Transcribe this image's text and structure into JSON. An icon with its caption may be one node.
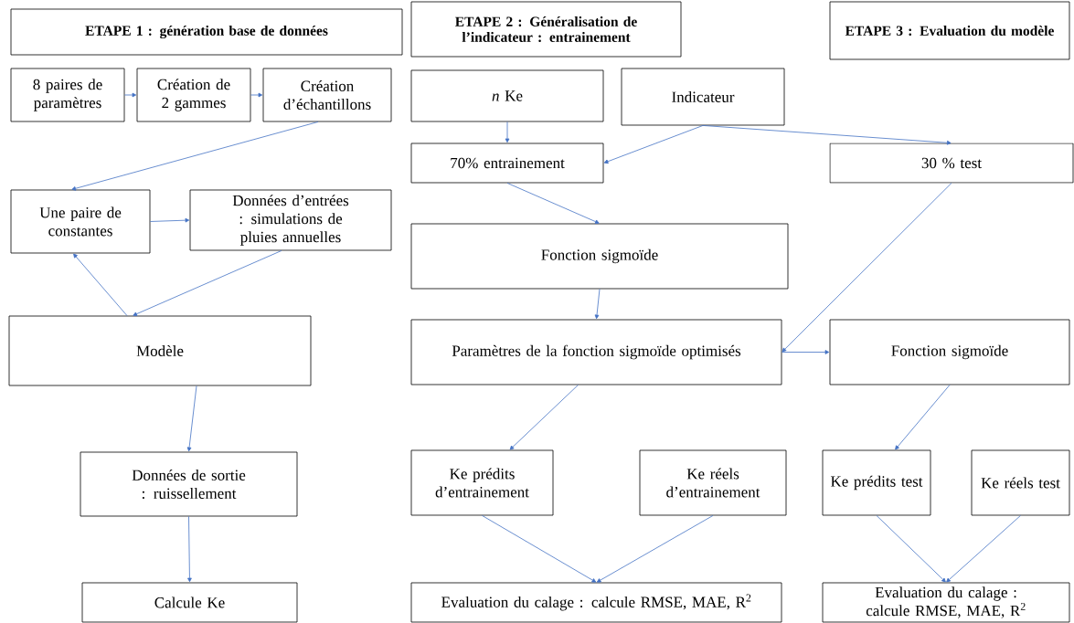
{
  "diagram": {
    "nodes": [
      {
        "text": [
          "ETAPE 1 : génération base de données"
        ]
      },
      {
        "text": [
          "ETAPE 2 : Généralisation de l’indicateur : entrainement"
        ]
      },
      {
        "text": [
          "ETAPE 3 : Evaluation du modèle"
        ]
      },
      {
        "text": [
          "8 paires de paramètres"
        ]
      },
      {
        "text": [
          "Création de 2 gammes"
        ]
      },
      {
        "text": [
          "Création d’échantillons"
        ]
      },
      {
        "text": [
          "Une paire de constantes"
        ]
      },
      {
        "text": [
          "Données d’entrées : simulations de pluies annuelles"
        ]
      },
      {
        "text": [
          "Modèle"
        ]
      },
      {
        "text": [
          "Données de sortie : ruissellement"
        ]
      },
      {
        "text": [
          "Calcule Ke"
        ]
      },
      {
        "text": [
          "*n* Ke"
        ]
      },
      {
        "text": [
          "Indicateur"
        ]
      },
      {
        "text": [
          "70% entrainement"
        ]
      },
      {
        "text": [
          "30 % test"
        ]
      },
      {
        "text": [
          "Fonction sigmoïde"
        ]
      },
      {
        "text": [
          "Paramètres de la fonction sigmoïde optimisés"
        ]
      },
      {
        "text": [
          "Fonction sigmoïde"
        ]
      },
      {
        "text": [
          "Ke prédits d’entrainement"
        ]
      },
      {
        "text": [
          "Ke réels d’entrainement"
        ]
      },
      {
        "text": [
          "Ke prédits test"
        ]
      },
      {
        "text": [
          "Ke réels test"
        ]
      },
      {
        "text": [
          "Evaluation du calage : calcule RMSE, MAE, R$^{2}$"
        ]
      },
      {
        "text": [
          "Evaluation du calage : calcule RMSE, MAE, R$^{2}$"
        ]
      }
    ],
    "edges": [
      {
        "from": 3,
        "to": 4,
        "arrow": "to"
      },
      {
        "from": 4,
        "to": 5,
        "arrow": "to"
      },
      {
        "from": 5,
        "to": 6,
        "arrow": "to"
      },
      {
        "from": 6,
        "to": 7,
        "arrow": "to"
      },
      {
        "from": 7,
        "to": 8,
        "arrow": "to"
      },
      {
        "from": 8,
        "to": 6,
        "arrow": "to"
      },
      {
        "from": 8,
        "to": 9,
        "arrow": "to"
      },
      {
        "from": 9,
        "to": 10,
        "arrow": "to"
      },
      {
        "from": 11,
        "to": 13,
        "arrow": "to"
      },
      {
        "from": 12,
        "to": 13,
        "arrow": "to"
      },
      {
        "from": 12,
        "to": 14,
        "arrow": "to"
      },
      {
        "from": 13,
        "to": 15,
        "arrow": "to"
      },
      {
        "from": 15,
        "to": 16,
        "arrow": "to"
      },
      {
        "from": 14,
        "to": 16,
        "arrow": "to"
      },
      {
        "from": 16,
        "to": 17,
        "arrow": "to"
      },
      {
        "from": 16,
        "to": 18,
        "arrow": "to"
      },
      {
        "from": 17,
        "to": 20,
        "arrow": "to"
      },
      {
        "from": 18,
        "to": 22,
        "arrow": "to"
      },
      {
        "from": 19,
        "to": 22,
        "arrow": "to"
      },
      {
        "from": 20,
        "to": 23,
        "arrow": "to"
      },
      {
        "from": 21,
        "to": 23,
        "arrow": "to"
      }
    ]
  }
}
